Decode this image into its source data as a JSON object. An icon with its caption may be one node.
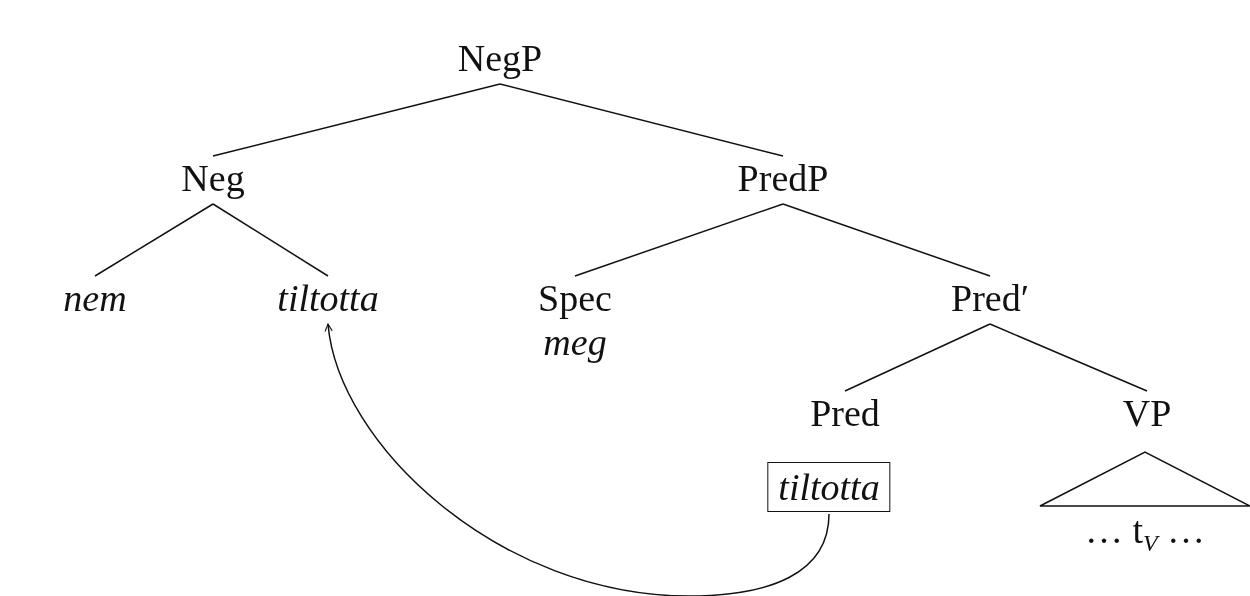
{
  "diagram": {
    "nodes": [
      {
        "text": [
          "NegP"
        ]
      },
      {
        "text": [
          "Neg"
        ]
      },
      {
        "text": [
          "PredP"
        ]
      },
      {
        "text": [
          "nem"
        ]
      },
      {
        "text": [
          "tiltotta"
        ]
      },
      {
        "text": [
          "Spec",
          "meg"
        ]
      },
      {
        "text": [
          "Pred′"
        ]
      },
      {
        "text": [
          "Pred"
        ]
      },
      {
        "text": [
          "tiltotta"
        ]
      },
      {
        "text": [
          "VP"
        ]
      },
      {
        "text": [
          "… t$_{V}$ …"
        ]
      }
    ],
    "edges": [
      {
        "from": 0,
        "to": 1,
        "arrow": "none"
      },
      {
        "from": 0,
        "to": 2,
        "arrow": "none"
      },
      {
        "from": 1,
        "to": 3,
        "arrow": "none"
      },
      {
        "from": 1,
        "to": 4,
        "arrow": "none"
      },
      {
        "from": 2,
        "to": 5,
        "arrow": "none"
      },
      {
        "from": 2,
        "to": 6,
        "arrow": "none"
      },
      {
        "from": 6,
        "to": 7,
        "arrow": "none"
      },
      {
        "from": 6,
        "to": 9,
        "arrow": "none"
      },
      {
        "from": 8,
        "to": 4,
        "arrow": "to"
      }
    ]
  }
}
